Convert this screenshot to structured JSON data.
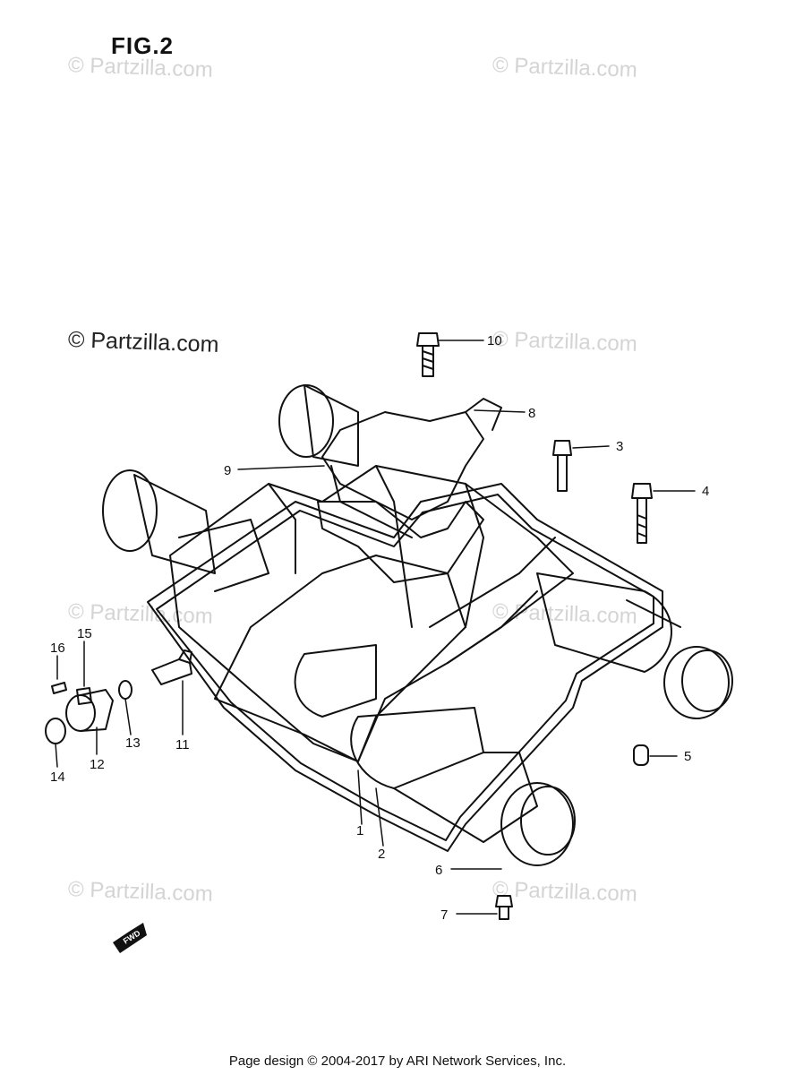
{
  "figure": {
    "title": "FIG.2"
  },
  "watermarks": [
    "© Partzilla.com",
    "© Partzilla.com",
    "© Partzilla.com",
    "© Partzilla.com",
    "© Partzilla.com",
    "© Partzilla.com",
    "© Partzilla.com",
    "© Partzilla.com"
  ],
  "callouts": [
    "1",
    "2",
    "3",
    "4",
    "5",
    "6",
    "7",
    "8",
    "9",
    "10",
    "11",
    "12",
    "13",
    "14",
    "15",
    "16"
  ],
  "fwd_label": "FWD",
  "footer": "Page design © 2004-2017 by ARI Network Services, Inc."
}
